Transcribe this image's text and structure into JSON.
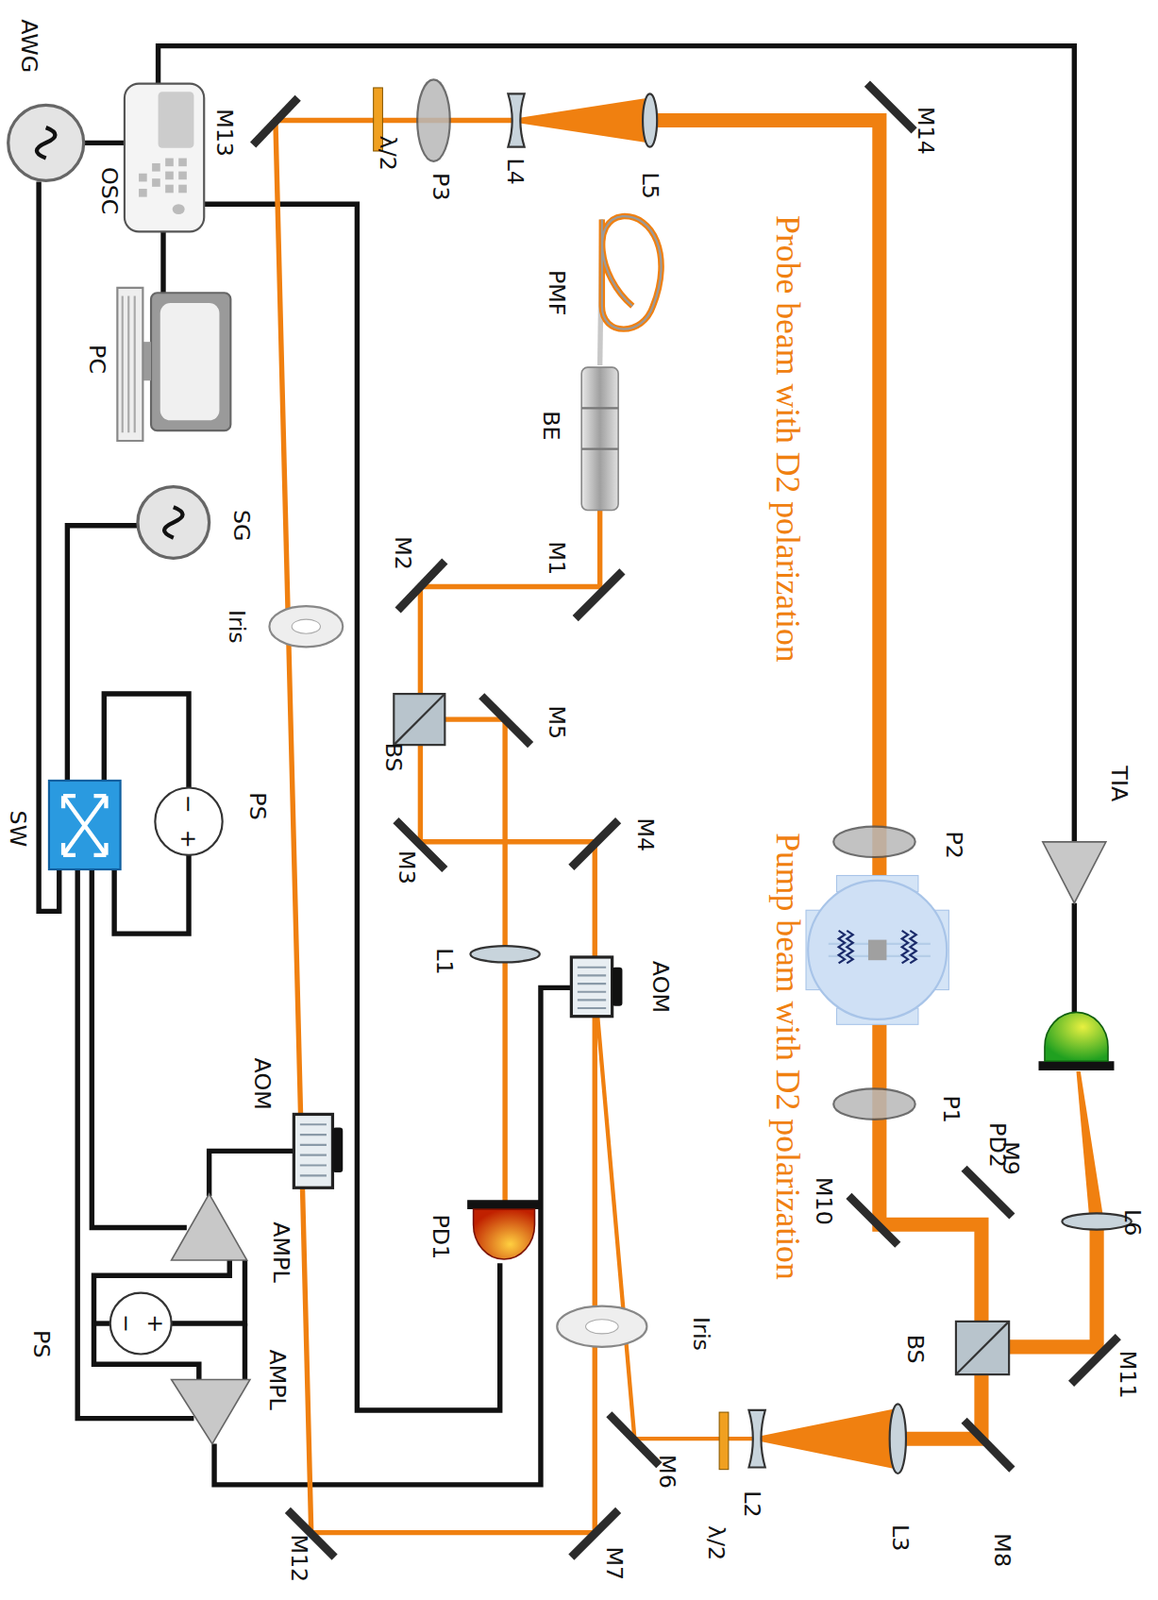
{
  "diagram": {
    "labels": [
      "AWG",
      "OSC",
      "M13",
      "λ/2",
      "P3",
      "L4",
      "L5",
      "M14",
      "Probe beam with D2 polarization",
      "PMF",
      "PC",
      "BE",
      "SG",
      "M1",
      "M2",
      "Iris",
      "M5",
      "BS",
      "PS",
      "−",
      "+",
      "TIA",
      "SW",
      "M4",
      "M3",
      "P2",
      "Pump beam with D2 polarization",
      "L1",
      "AOM",
      "AOM",
      "PD2",
      "P1",
      "M9",
      "M10",
      "L6",
      "PD1",
      "AMPL",
      "Iris",
      "BS",
      "M11",
      "PS",
      "−",
      "+",
      "AMPL",
      "M6",
      "L2",
      "λ/2",
      "L3",
      "M8",
      "M12",
      "M7"
    ]
  }
}
